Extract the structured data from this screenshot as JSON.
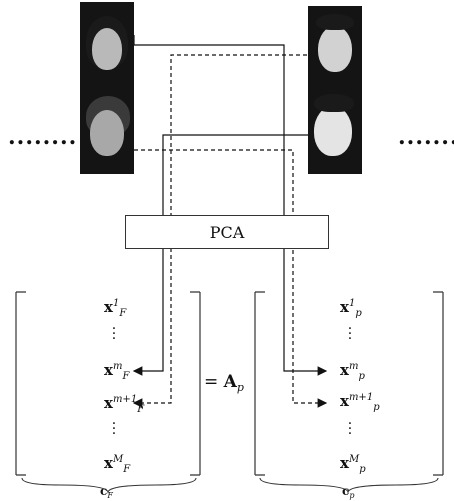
{
  "ellipsis_left": "........",
  "ellipsis_right": "........",
  "pca_label": "PCA",
  "left_column": {
    "entries": [
      {
        "base": "x",
        "sup": "1",
        "sub": "F"
      },
      {
        "base": "x",
        "sup": "m",
        "sub": "F"
      },
      {
        "base": "x",
        "sup": "m+1",
        "sub": "F"
      },
      {
        "base": "x",
        "sup": "M",
        "sub": "F"
      }
    ],
    "caption": {
      "base": "c",
      "sub": "F"
    }
  },
  "right_column": {
    "entries": [
      {
        "base": "x",
        "sup": "1",
        "sub": "p"
      },
      {
        "base": "x",
        "sup": "m",
        "sub": "p"
      },
      {
        "base": "x",
        "sup": "m+1",
        "sub": "p"
      },
      {
        "base": "x",
        "sup": "M",
        "sub": "p"
      }
    ],
    "caption": {
      "base": "c",
      "sub": "p"
    }
  },
  "equation": {
    "eq": "=",
    "matrix": "A",
    "sub": "p"
  }
}
